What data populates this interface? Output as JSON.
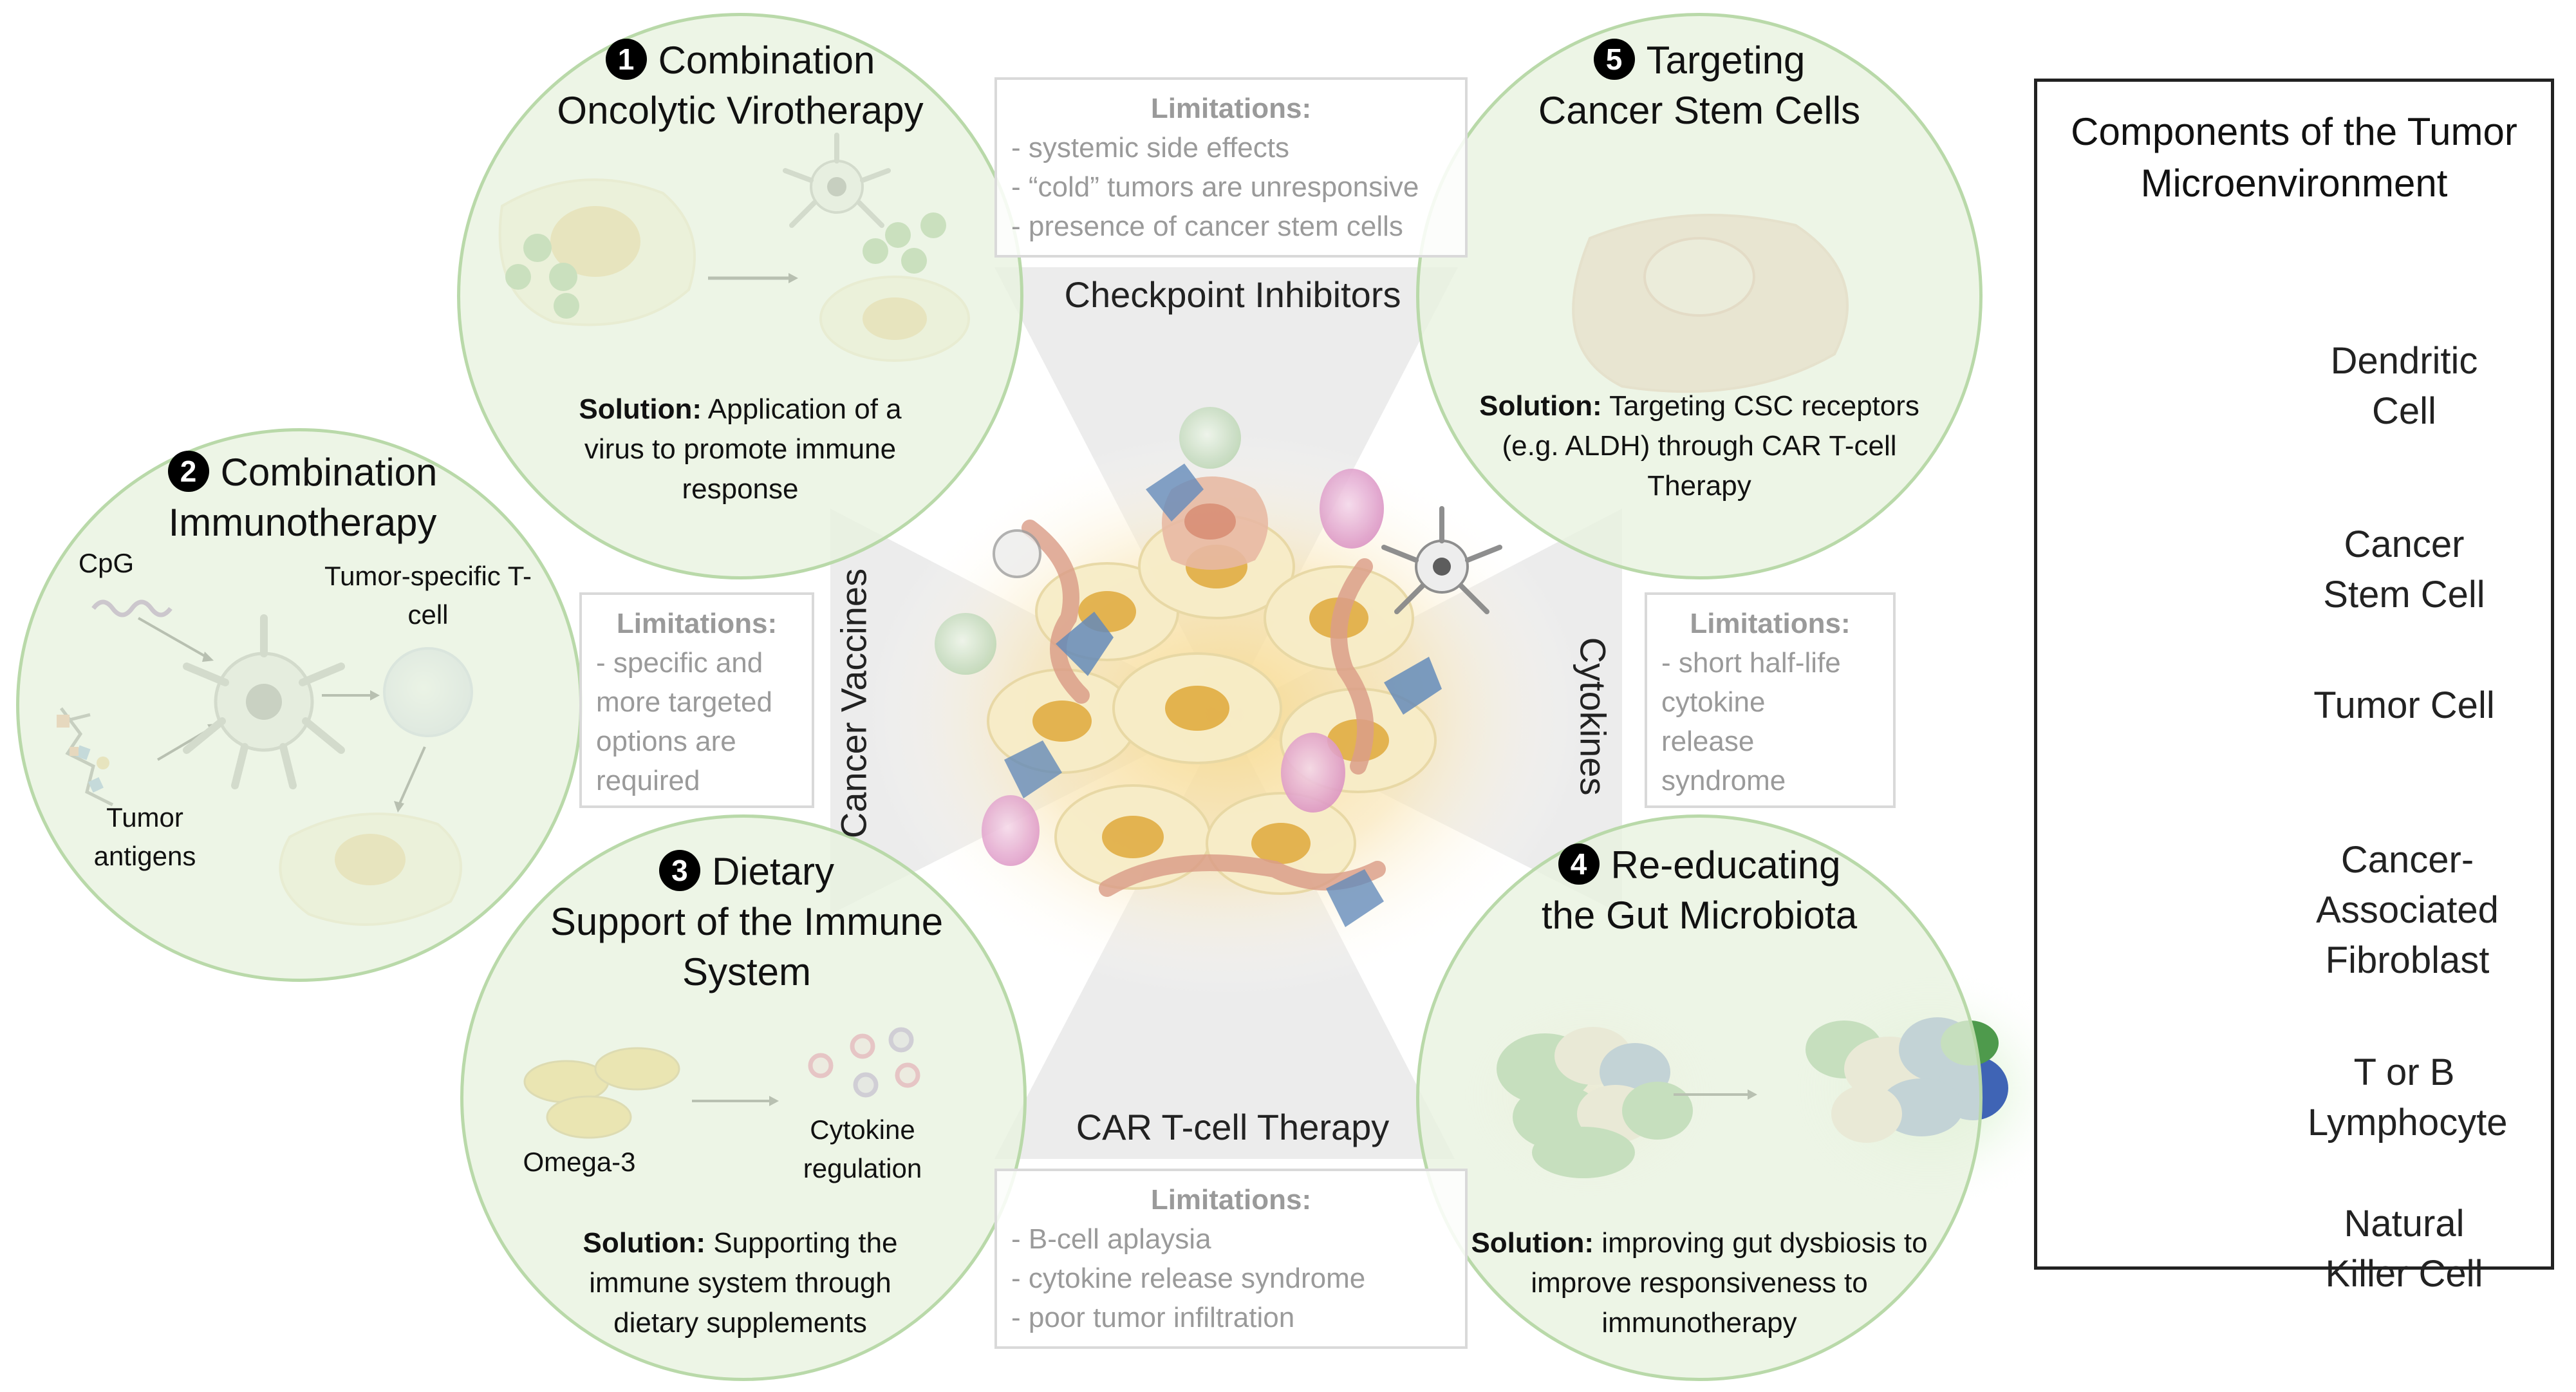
{
  "approaches": [
    {
      "number": "1",
      "title_line1": "Combination",
      "title_line2": "Oncolytic Virotherapy",
      "solution_label": "Solution:",
      "solution_text": "Application of a virus to promote immune response"
    },
    {
      "number": "2",
      "title_line1": "Combination",
      "title_line2": "Immunotherapy"
    },
    {
      "number": "3",
      "title_line1": "Dietary",
      "title_line2": "Support of the Immune",
      "title_line3": "System",
      "solution_label": "Solution:",
      "solution_text": "Supporting the immune system through dietary supplements"
    },
    {
      "number": "4",
      "title_line1": "Re-educating",
      "title_line2": "the Gut Microbiota",
      "solution_label": "Solution:",
      "solution_text": "improving gut dysbiosis to improve responsiveness to immunotherapy"
    },
    {
      "number": "5",
      "title_line1": "Targeting",
      "title_line2": "Cancer Stem Cells",
      "solution_label": "Solution:",
      "solution_text": "Targeting CSC receptors (e.g. ALDH) through CAR T-cell Therapy"
    }
  ],
  "circle2_labels": {
    "cpg": "CpG",
    "tcell": "Tumor-specific T-cell",
    "antigens": "Tumor antigens"
  },
  "circle3_labels": {
    "omega": "Omega-3",
    "cytokine": "Cytokine regulation"
  },
  "therapies": {
    "checkpoint": "Checkpoint Inhibitors",
    "vaccines": "Cancer Vaccines",
    "cytokines": "Cytokines",
    "cart": "CAR T-cell Therapy"
  },
  "limitations": {
    "heading": "Limitations:",
    "checkpoint": [
      "- systemic side effects",
      "- “cold” tumors are unresponsive",
      "- presence of cancer stem cells"
    ],
    "vaccines": [
      "- specific and",
      "more targeted",
      "options are",
      "required"
    ],
    "cytokines": [
      "- short half-life",
      "cytokine",
      "release",
      "syndrome"
    ],
    "cart": [
      "- B-cell aplaysia",
      "- cytokine release syndrome",
      "- poor tumor infiltration"
    ]
  },
  "legend": {
    "title": "Components of the Tumor Microenvironment",
    "items": [
      {
        "label": "Dendritic Cell",
        "icon": "dendritic-cell-icon"
      },
      {
        "label": "Cancer Stem Cell",
        "icon": "cancer-stem-cell-icon"
      },
      {
        "label": "Tumor Cell",
        "icon": "tumor-cell-icon"
      },
      {
        "label": "Cancer-Associated Fibroblast",
        "icon": "fibroblast-icon"
      },
      {
        "label": "T or B Lymphocyte",
        "icon": "lymphocyte-icon"
      },
      {
        "label": "Natural Killer Cell",
        "icon": "nk-cell-icon"
      }
    ]
  },
  "colors": {
    "circle_fill": "#e8f2df",
    "circle_border": "#b9d9a9",
    "limitation_text": "#9a9a9a",
    "tumor_yellow": "#e8b64a",
    "fibroblast_blue": "#5d86b8",
    "stem_cell_pink": "#e7b7a1",
    "nk_pink": "#d98cc0",
    "lymphocyte_green": "#b9d4b1"
  }
}
